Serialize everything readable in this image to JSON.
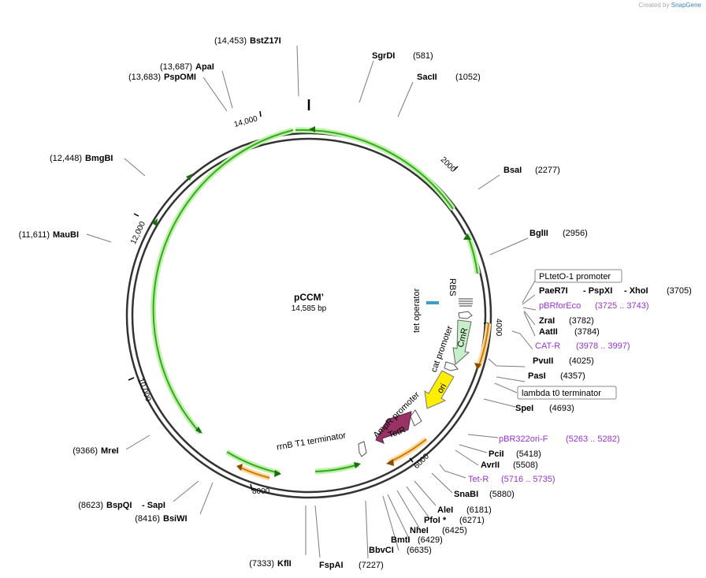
{
  "credit": {
    "prefix": "Created by",
    "brand": "SnapGene"
  },
  "plasmid": {
    "name": "pCCM’",
    "length": "14,585 bp"
  },
  "ticks": [
    "14,000",
    "2000",
    "4000",
    "6000",
    "8000",
    "10,000",
    "12,000"
  ],
  "sites": [
    {
      "name": "BstZ17I",
      "pos": "(14,453)"
    },
    {
      "name": "SgrDI",
      "pos": "(581)"
    },
    {
      "name": "SacII",
      "pos": "(1052)"
    },
    {
      "name": "BsaI",
      "pos": "(2277)"
    },
    {
      "name": "BglII",
      "pos": "(2956)"
    },
    {
      "name": "PaeR7I",
      "pos": ""
    },
    {
      "name": "- PspXI",
      "pos": ""
    },
    {
      "name": "- XhoI",
      "pos": "(3705)"
    },
    {
      "name": "ZraI",
      "pos": "(3782)"
    },
    {
      "name": "AatII",
      "pos": "(3784)"
    },
    {
      "name": "PvuII",
      "pos": "(4025)"
    },
    {
      "name": "PasI",
      "pos": "(4357)"
    },
    {
      "name": "SpeI",
      "pos": "(4693)"
    },
    {
      "name": "PciI",
      "pos": "(5418)"
    },
    {
      "name": "AvrII",
      "pos": "(5508)"
    },
    {
      "name": "SnaBI",
      "pos": "(5880)"
    },
    {
      "name": "AleI",
      "pos": "(6181)"
    },
    {
      "name": "PfoI *",
      "pos": "(6271)"
    },
    {
      "name": "NheI",
      "pos": "(6425)"
    },
    {
      "name": "BmtI",
      "pos": "(6429)"
    },
    {
      "name": "BbvCI",
      "pos": "(6635)"
    },
    {
      "name": "FspAI",
      "pos": "(7227)"
    },
    {
      "name": "KflI",
      "pos": "(7333)"
    },
    {
      "name": "BsiWI",
      "pos": "(8416)"
    },
    {
      "name": "BspQI",
      "pos": "(8623)"
    },
    {
      "name": "- SapI",
      "pos": ""
    },
    {
      "name": "MreI",
      "pos": "(9366)"
    },
    {
      "name": "MauBI",
      "pos": "(11,611)"
    },
    {
      "name": "BmgBI",
      "pos": "(12,448)"
    },
    {
      "name": "PspOMI",
      "pos": "(13,683)"
    },
    {
      "name": "ApaI",
      "pos": "(13,687)"
    }
  ],
  "primers": [
    {
      "name": "pBRforEco",
      "range": "(3725 .. 3743)"
    },
    {
      "name": "CAT-R",
      "range": "(3978 .. 3997)"
    },
    {
      "name": "pBR322ori-F",
      "range": "(5263 .. 5282)"
    },
    {
      "name": "Tet-R",
      "range": "(5716 .. 5735)"
    }
  ],
  "boxed_features": [
    {
      "name": "PLtetO-1 promoter"
    },
    {
      "name": "lambda t0 terminator"
    }
  ],
  "features": [
    {
      "name": "tet operator"
    },
    {
      "name": "RBS"
    },
    {
      "name": "cat promoter"
    },
    {
      "name": "CmR"
    },
    {
      "name": "ori"
    },
    {
      "name": "AmpR promoter"
    },
    {
      "name": "TetR"
    },
    {
      "name": "rrnB T1 terminator"
    }
  ],
  "colors": {
    "backbone": "#333333",
    "orf_green": "#33aa22",
    "orf_glow": "#bff2a8",
    "orf_orange": "#cc7a00",
    "orf_orange_glow": "#ffd9a0",
    "primer": "#9933cc",
    "cmr_fill": "#c8f0c8",
    "ori_fill": "#ffee00",
    "tetr_fill": "#993366"
  }
}
